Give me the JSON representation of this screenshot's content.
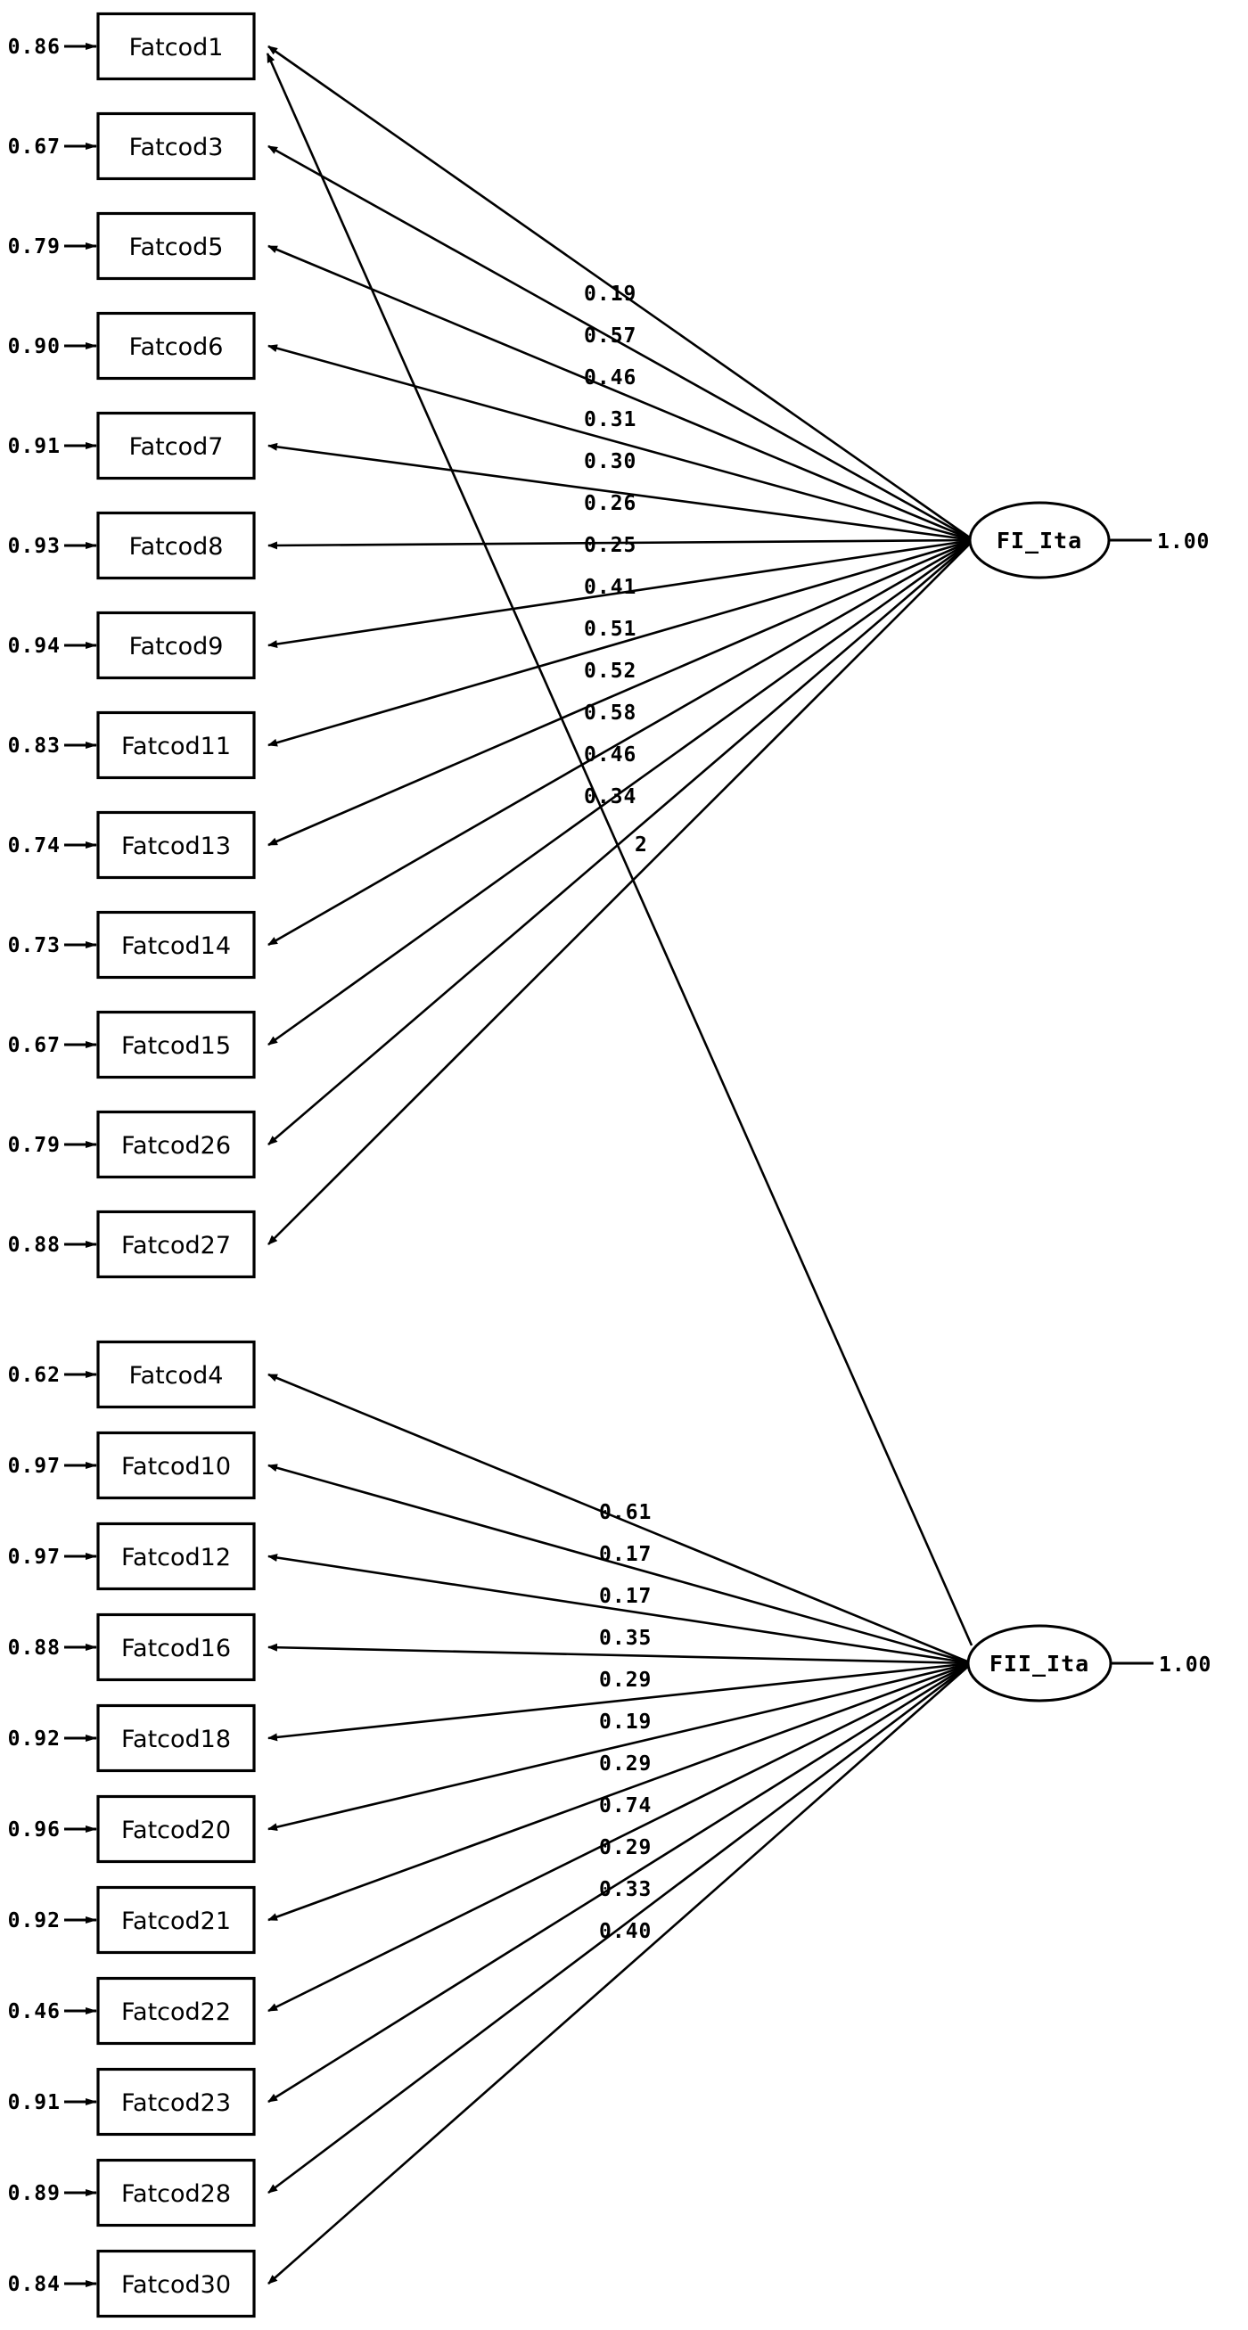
{
  "diagram": {
    "type": "sem-path-diagram",
    "title": "",
    "factors": [
      {
        "name": "FI_Ita",
        "variance_label": "1.00"
      },
      {
        "name": "FII_Ita",
        "variance_label": "1.00"
      }
    ],
    "factor1": {
      "name": "FI_Ita",
      "variance_label": "1.00",
      "indicators": [
        {
          "label": "Fatcod1",
          "error": "0.86",
          "loading": "0.19"
        },
        {
          "label": "Fatcod3",
          "error": "0.67",
          "loading": "0.57"
        },
        {
          "label": "Fatcod5",
          "error": "0.79",
          "loading": "0.46"
        },
        {
          "label": "Fatcod6",
          "error": "0.90",
          "loading": "0.31"
        },
        {
          "label": "Fatcod7",
          "error": "0.91",
          "loading": "0.30"
        },
        {
          "label": "Fatcod8",
          "error": "0.93",
          "loading": "0.26"
        },
        {
          "label": "Fatcod9",
          "error": "0.94",
          "loading": "0.25"
        },
        {
          "label": "Fatcod11",
          "error": "0.83",
          "loading": "0.41"
        },
        {
          "label": "Fatcod13",
          "error": "0.74",
          "loading": "0.51"
        },
        {
          "label": "Fatcod14",
          "error": "0.73",
          "loading": "0.52"
        },
        {
          "label": "Fatcod15",
          "error": "0.67",
          "loading": "0.58"
        },
        {
          "label": "Fatcod26",
          "error": "0.79",
          "loading": "0.46"
        },
        {
          "label": "Fatcod27",
          "error": "0.88",
          "loading": "0.34"
        }
      ]
    },
    "factor2": {
      "name": "FII_Ita",
      "variance_label": "1.00",
      "indicators": [
        {
          "label": "Fatcod4",
          "error": "0.62",
          "loading": "0.61"
        },
        {
          "label": "Fatcod10",
          "error": "0.97",
          "loading": "0.17"
        },
        {
          "label": "Fatcod12",
          "error": "0.97",
          "loading": "0.17"
        },
        {
          "label": "Fatcod16",
          "error": "0.88",
          "loading": "0.35"
        },
        {
          "label": "Fatcod18",
          "error": "0.92",
          "loading": "0.29"
        },
        {
          "label": "Fatcod20",
          "error": "0.96",
          "loading": "0.19"
        },
        {
          "label": "Fatcod21",
          "error": "0.92",
          "loading": "0.29"
        },
        {
          "label": "Fatcod22",
          "error": "0.46",
          "loading": "0.74"
        },
        {
          "label": "Fatcod23",
          "error": "0.91",
          "loading": "0.29"
        },
        {
          "label": "Fatcod28",
          "error": "0.89",
          "loading": "0.33"
        },
        {
          "label": "Fatcod30",
          "error": "0.84",
          "loading": "0.40"
        }
      ]
    },
    "extra_label": "2",
    "colors": {
      "stroke": "#000000",
      "fill": "#ffffff"
    }
  }
}
